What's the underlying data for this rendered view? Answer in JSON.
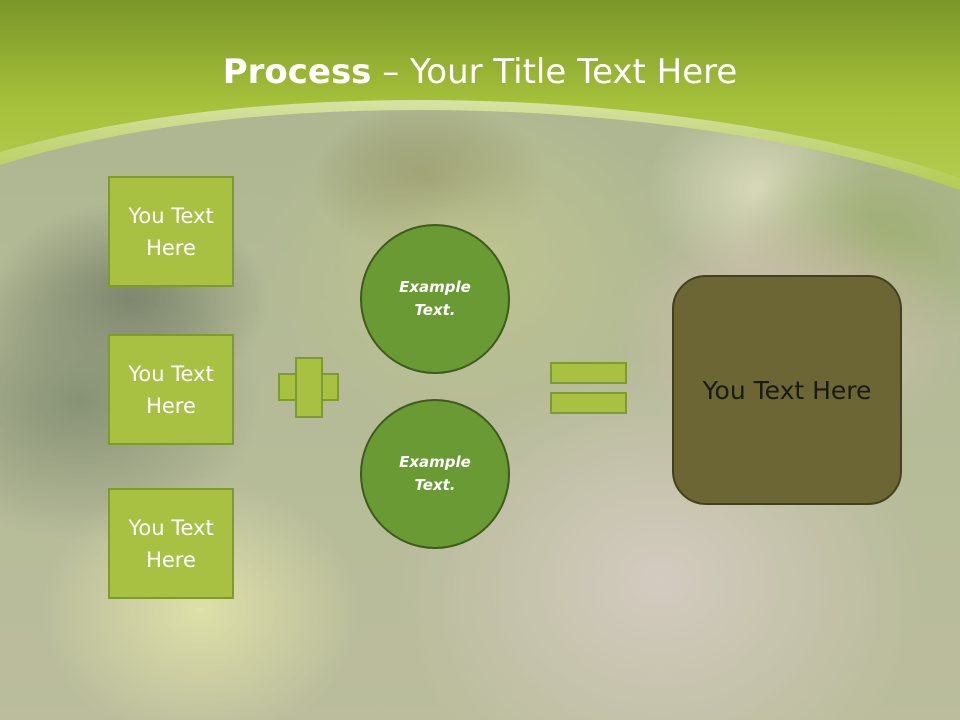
{
  "slide": {
    "title_bold": "Process",
    "title_rest": " – Your Title Text Here",
    "boxes": [
      {
        "label": "You Text Here"
      },
      {
        "label": "You Text Here"
      },
      {
        "label": "You Text Here"
      }
    ],
    "circles": [
      {
        "label": "Example Text."
      },
      {
        "label": "Example Text."
      }
    ],
    "result_label": "You Text Here"
  },
  "colors": {
    "header_green": "#a9c13c",
    "box_green": "#a8c143",
    "circle_green": "#6a9a34",
    "result_olive": "#6b6634"
  },
  "icons": [
    "plus-icon",
    "equals-icon"
  ]
}
